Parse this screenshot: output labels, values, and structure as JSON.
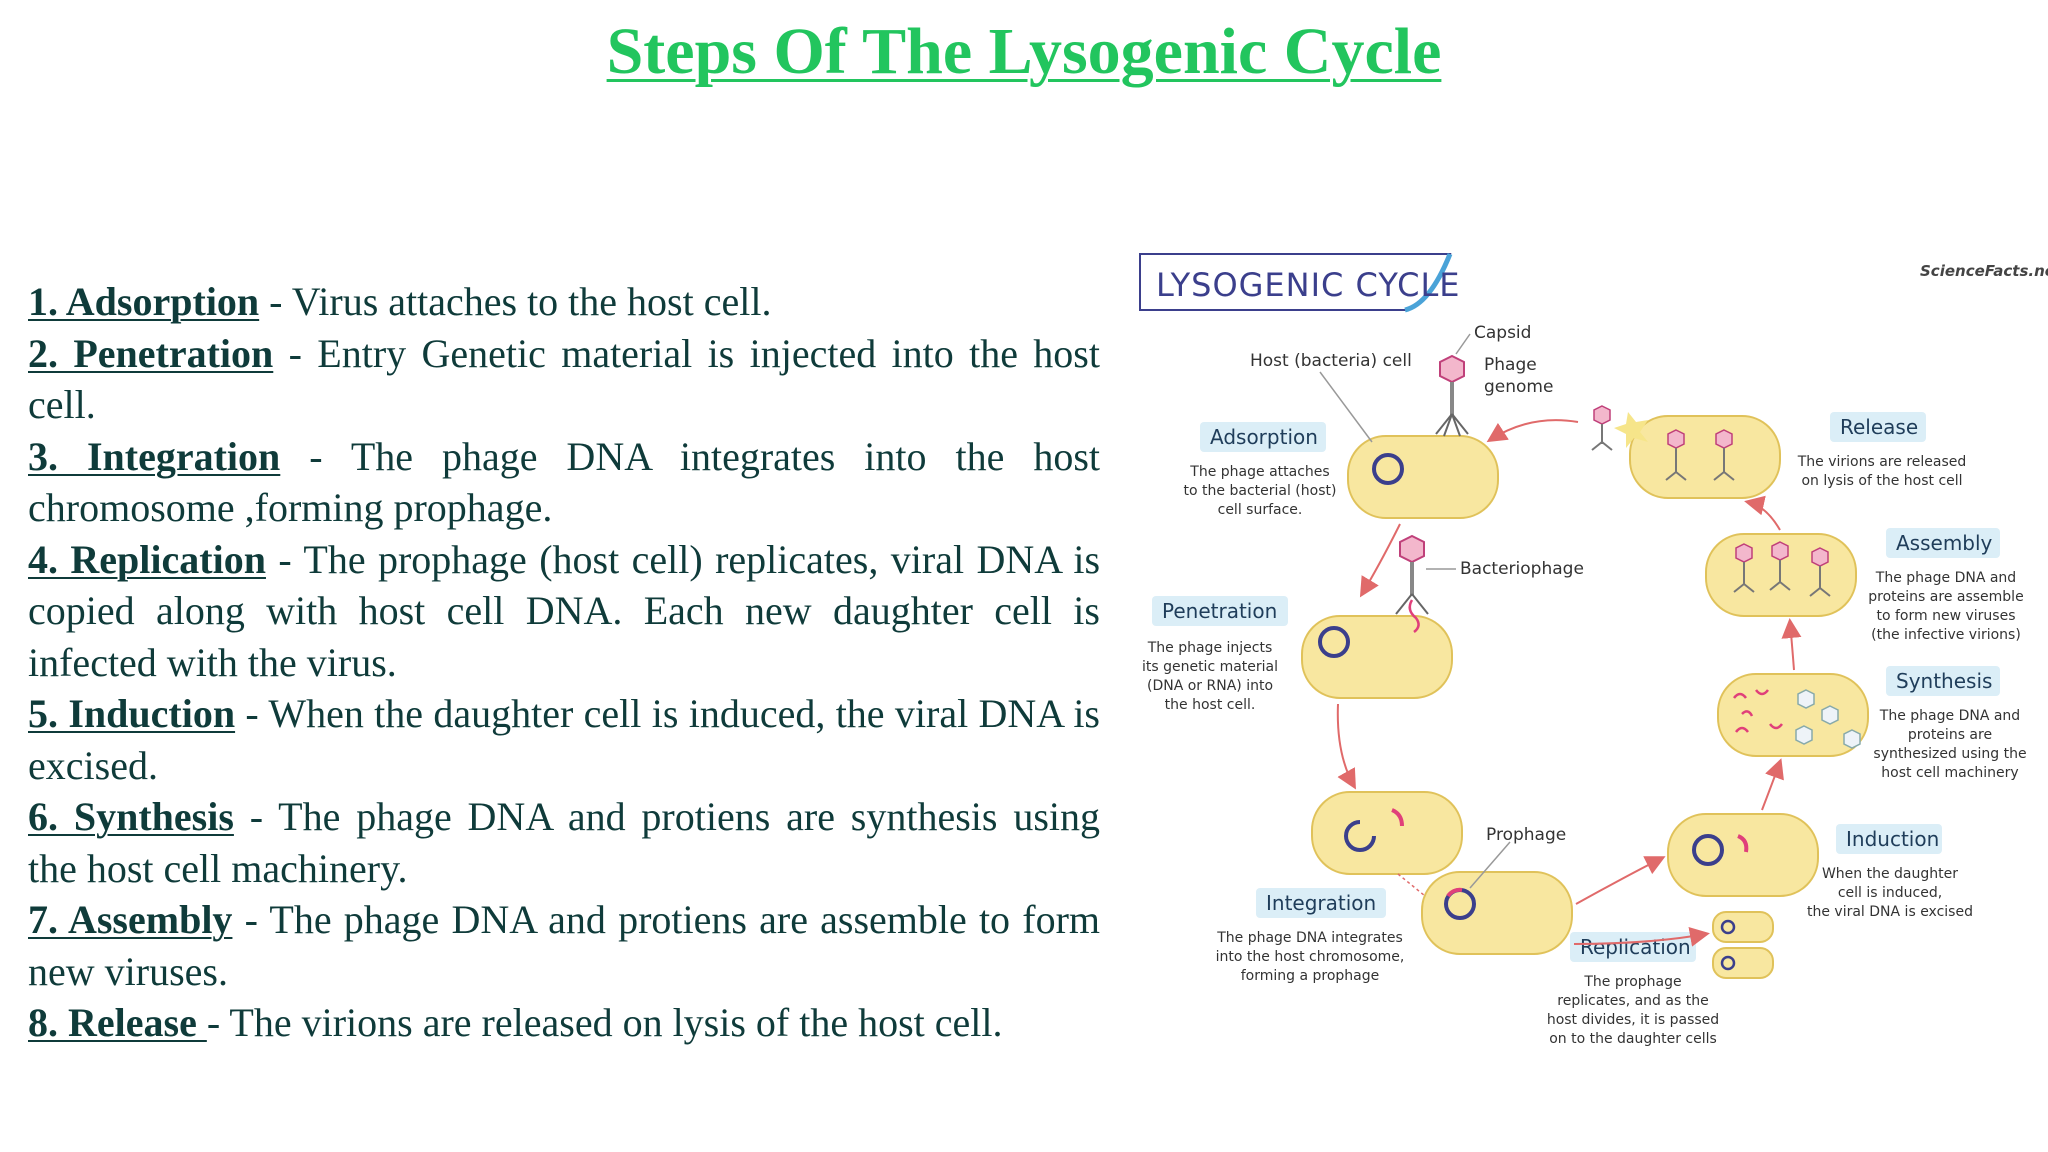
{
  "title": "Steps Of The Lysogenic Cycle",
  "steps": [
    {
      "head": "1. Adsorption",
      "text": " - Virus attaches to the host cell."
    },
    {
      "head": "2. Penetration",
      "text": " - Entry Genetic material is injected into the host cell."
    },
    {
      "head": "3. Integration",
      "text": " - The phage DNA integrates into the host chromosome ,forming prophage."
    },
    {
      "head": "4. Replication",
      "text": " - The prophage (host cell) replicates, viral DNA is copied along with host cell DNA. Each new daughter cell is infected with the virus."
    },
    {
      "head": "5. Induction",
      "text": " - When the daughter cell is induced, the viral DNA is excised."
    },
    {
      "head": "6.  Synthesis",
      "text": " - The phage DNA and protiens are synthesis using the host cell machinery."
    },
    {
      "head": "7.  Assembly",
      "text": " - The phage DNA and protiens are assemble to form new viruses."
    },
    {
      "head": "8.  Release ",
      "text": "- The virions are released on lysis of the host cell."
    }
  ],
  "diagram": {
    "title": "LYSOGENIC CYCLE",
    "brand": "ScienceFacts.net",
    "labels": {
      "capsid": "Capsid",
      "host_cell": "Host (bacteria) cell",
      "phage_genome_1": "Phage",
      "phage_genome_2": "genome",
      "bacteriophage": "Bacteriophage",
      "prophage": "Prophage"
    },
    "stages": {
      "adsorption": {
        "name": "Adsorption",
        "desc": [
          "The phage attaches",
          "to the bacterial (host)",
          "cell surface."
        ]
      },
      "penetration": {
        "name": "Penetration",
        "desc": [
          "The phage injects",
          "its genetic material",
          "(DNA or RNA) into",
          "the host cell."
        ]
      },
      "integration": {
        "name": "Integration",
        "desc": [
          "The phage DNA integrates",
          "into the host chromosome,",
          "forming a prophage"
        ]
      },
      "replication": {
        "name": "Replication",
        "desc": [
          "The prophage",
          "replicates, and as the",
          "host divides, it is passed",
          "on to the daughter cells"
        ]
      },
      "induction": {
        "name": "Induction",
        "desc": [
          "When the daughter",
          "cell is induced,",
          "the viral DNA is excised"
        ]
      },
      "synthesis": {
        "name": "Synthesis",
        "desc": [
          "The phage DNA and",
          "proteins are",
          "synthesized using the",
          "host cell machinery"
        ]
      },
      "assembly": {
        "name": "Assembly",
        "desc": [
          "The phage DNA and",
          "proteins are assemble",
          "to form new viruses",
          "(the infective virions)"
        ]
      },
      "release": {
        "name": "Release",
        "desc": [
          "The virions are released",
          "on lysis of the host cell"
        ]
      }
    },
    "colors": {
      "cell_fill": "#f8e7a0",
      "cell_stroke": "#e0c25a",
      "badge": "#dbeef7",
      "arrow": "#e06a6a",
      "dna": "#e0407a",
      "nucleoid": "#3b3f8c"
    }
  }
}
